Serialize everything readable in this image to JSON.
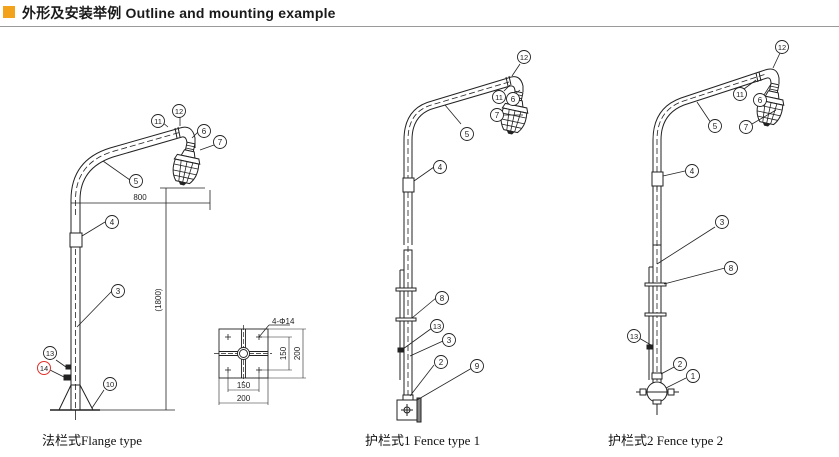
{
  "header": {
    "title": "外形及安装举例 Outline and mounting example",
    "accent_color": "#f3a21b"
  },
  "figures": [
    {
      "caption": "法栏式Flange type",
      "dimensions": {
        "arm_reach": "800",
        "height": "(1800)"
      },
      "callouts": [
        "11",
        "12",
        "6",
        "7",
        "5",
        "4",
        "3",
        "13",
        "14",
        "10"
      ],
      "highlighted_callout": "14",
      "highlight_color": "#e0302a"
    },
    {
      "caption": "护栏式1 Fence type 1",
      "callouts": [
        "12",
        "11",
        "6",
        "7",
        "5",
        "4",
        "8",
        "13",
        "3",
        "2",
        "9"
      ]
    },
    {
      "caption": "护栏式2 Fence type 2",
      "callouts": [
        "12",
        "11",
        "6",
        "7",
        "5",
        "4",
        "3",
        "8",
        "13",
        "2",
        "1"
      ]
    }
  ],
  "flange_plate": {
    "hole_spec": "4-Φ14",
    "inner_spacing_h": "150",
    "outer_width": "200",
    "inner_spacing_v": "150",
    "outer_height": "200"
  }
}
